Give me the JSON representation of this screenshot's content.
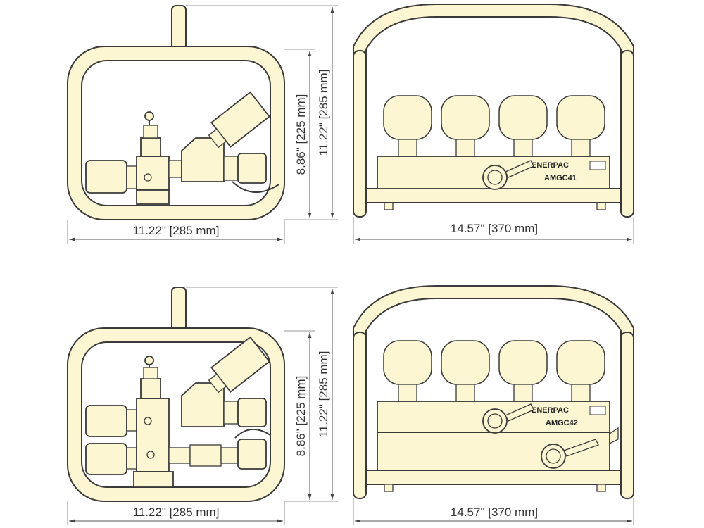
{
  "views": {
    "side_top": {
      "width_label": "11.22\" [285 mm]",
      "inner_height_label": "8.86\" [225 mm]",
      "outer_height_label": "11.22\" [285 mm]"
    },
    "front_top": {
      "width_label": "14.57\" [370 mm]",
      "brand": "ENERPAC",
      "model": "AMGC41"
    },
    "side_bottom": {
      "width_label": "11.22\" [285 mm]",
      "inner_height_label": "8.86\" [225 mm]",
      "outer_height_label": "11.22\" [285 mm]"
    },
    "front_bottom": {
      "width_label": "14.57\" [370 mm]",
      "brand": "ENERPAC",
      "model": "AMGC42"
    }
  }
}
